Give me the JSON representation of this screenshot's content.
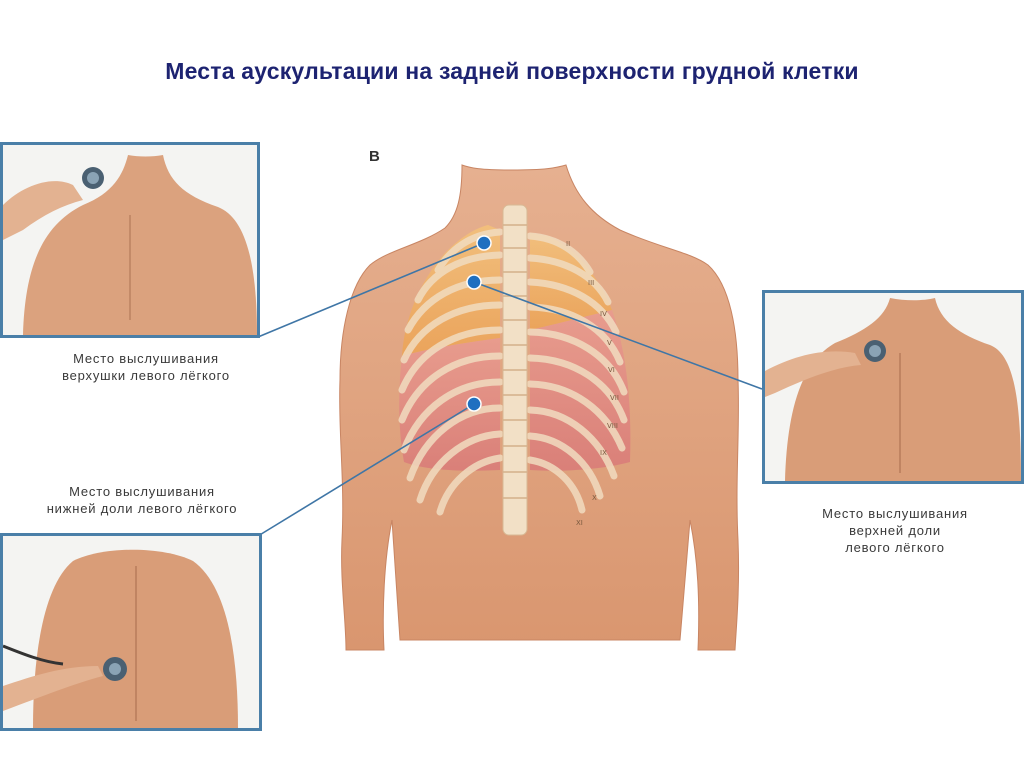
{
  "title": "Места аускультации на задней поверхности грудной клетки",
  "figure_letter": "B",
  "labels": {
    "apex_left_lung": [
      "Место выслушивания",
      "верхушки левого лёгкого"
    ],
    "lower_lobe_left_lung": [
      "Место выслушивания",
      "нижней доли левого лёгкого"
    ],
    "upper_lobe_left_lung": [
      "Место выслушивания",
      "верхней доли",
      "левого лёгкого"
    ]
  },
  "rib_numerals": [
    "II",
    "III",
    "IV",
    "V",
    "VI",
    "VII",
    "VIII",
    "IX",
    "X",
    "XI"
  ],
  "colors": {
    "title": "#1d2371",
    "frame": "#4a7fa8",
    "marker": "#1f6fc0",
    "skin": "#e3a784",
    "upper_lobe": "#f0b060",
    "lower_lobe": "#e07f7f"
  }
}
